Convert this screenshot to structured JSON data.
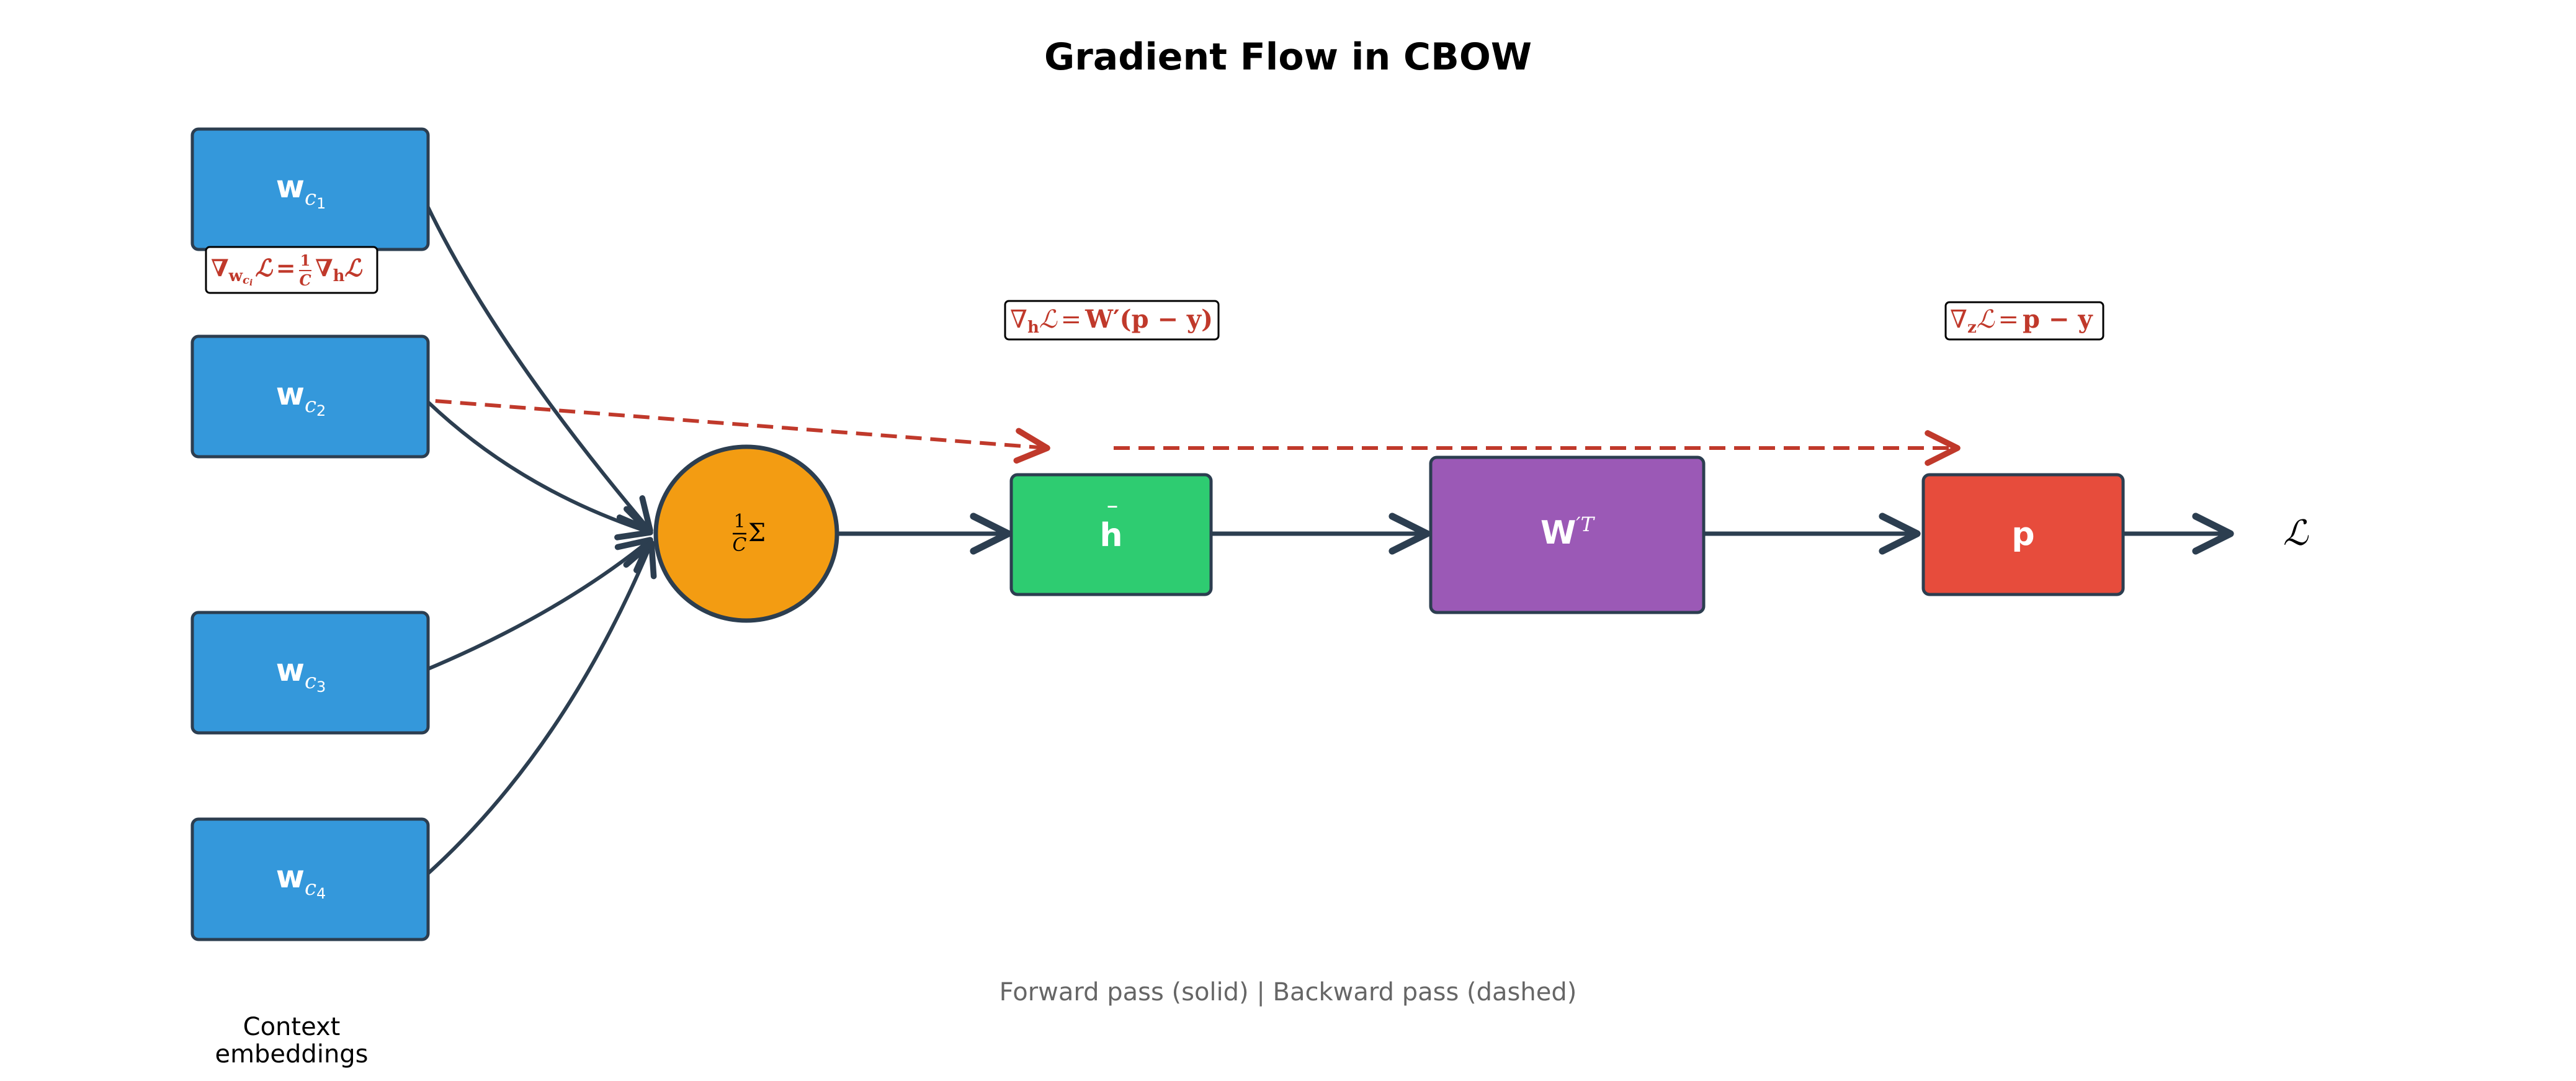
{
  "title": "Gradient Flow in CBOW",
  "context_nodes": [
    {
      "symbol": "w",
      "subscript": "c",
      "index": "1"
    },
    {
      "symbol": "w",
      "subscript": "c",
      "index": "2"
    },
    {
      "symbol": "w",
      "subscript": "c",
      "index": "3"
    },
    {
      "symbol": "w",
      "subscript": "c",
      "index": "4"
    }
  ],
  "context_caption": [
    "Context",
    "embeddings"
  ],
  "average_node": {
    "frac_num": "1",
    "frac_den": "C",
    "operator": "Σ"
  },
  "hidden_node": {
    "symbol": "h",
    "accent": "‾"
  },
  "weight_node": {
    "symbol": "W",
    "superscript": "′T"
  },
  "output_node": {
    "symbol": "p"
  },
  "loss_symbol": "ℒ",
  "gradients": {
    "context": {
      "nabla": "∇",
      "wrt": "w",
      "wrt_sub": "c",
      "wrt_sub_sub": "i",
      "loss": "ℒ",
      "equals": "=",
      "frac_num": "1",
      "frac_den": "C",
      "rhs_nabla": "∇",
      "rhs_wrt": "h",
      "rhs_loss": "ℒ"
    },
    "hidden": {
      "nabla": "∇",
      "wrt": "h",
      "loss": "ℒ",
      "equals": "=",
      "rhs": "W′(p − y)"
    },
    "logits": {
      "nabla": "∇",
      "wrt": "z",
      "loss": "ℒ",
      "equals": "=",
      "rhs": "p − y"
    }
  },
  "legend_caption": "Forward pass (solid) | Backward pass (dashed)",
  "colors": {
    "context": "#3498db",
    "average": "#f39c12",
    "hidden": "#2ecc71",
    "weight": "#9b59b6",
    "output": "#e74c3c",
    "border": "#2c3e50",
    "forward_arrow": "#2c3e50",
    "backward_arrow": "#c0392b"
  }
}
